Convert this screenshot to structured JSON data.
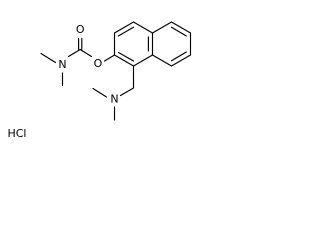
{
  "molecule": {
    "atoms": {
      "carbonyl_oxygen": "O",
      "ester_oxygen": "O",
      "carbamate_nitrogen": "N",
      "amine_nitrogen": "N"
    },
    "counterion": "HCl"
  },
  "colors": {
    "bond": "#000000",
    "label": "#000000",
    "background": "#ffffff"
  }
}
